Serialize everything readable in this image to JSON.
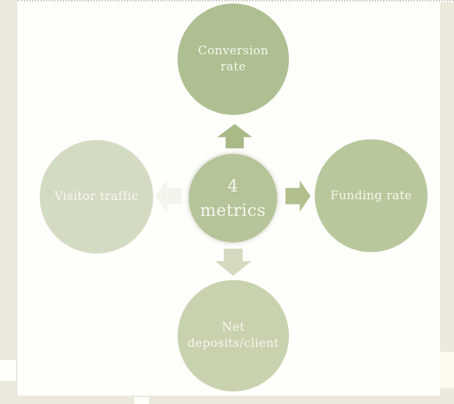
{
  "diagram": {
    "center": {
      "label": "4\nmetrics"
    },
    "top": {
      "label": "Conversion\nrate"
    },
    "right": {
      "label": "Funding rate"
    },
    "bottom": {
      "label": "Net\ndeposits/client"
    },
    "left": {
      "label": "Visitor traffic"
    }
  },
  "colors": {
    "circle_top": "#aebf91",
    "circle_left": "#d3dcc3",
    "circle_center": "#b6c499",
    "circle_right": "#b9c79c",
    "circle_bottom": "#c8d2af",
    "arrow_up": "#a9ba87",
    "arrow_right": "#b2c08d",
    "arrow_down": "#d4dabf",
    "arrow_left": "#e3e8d6",
    "frame": "#ebe9db",
    "background": "#fefefb",
    "label_text": "#fafaf2"
  }
}
